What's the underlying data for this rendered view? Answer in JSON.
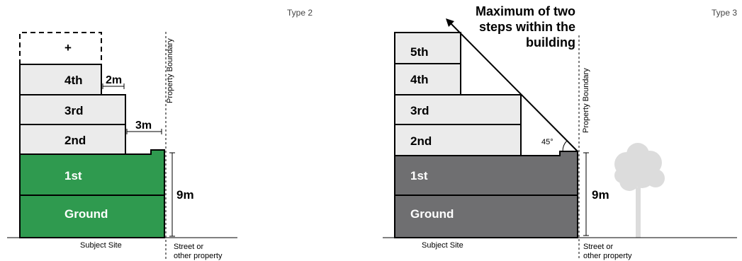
{
  "left": {
    "type_label": "Type 2",
    "floors": {
      "plus": "+",
      "fourth": "4th",
      "third": "3rd",
      "second": "2nd",
      "first": "1st",
      "ground": "Ground"
    },
    "dims": {
      "d2": "2m",
      "d3": "3m",
      "d9": "9m"
    },
    "boundary": "Property Boundary",
    "site": "Subject Site",
    "street": [
      "Street or",
      "other property"
    ],
    "colors": {
      "podium": "#2f9a4f",
      "upper": "#ebebeb"
    }
  },
  "right": {
    "type_label": "Type 3",
    "title": [
      "Maximum of two",
      "steps within the",
      "building"
    ],
    "floors": {
      "fifth": "5th",
      "fourth": "4th",
      "third": "3rd",
      "second": "2nd",
      "first": "1st",
      "ground": "Ground"
    },
    "angle": "45°",
    "dims": {
      "d9": "9m"
    },
    "boundary": "Property Boundary",
    "site": "Subject Site",
    "street": [
      "Street or",
      "other property"
    ],
    "tree_icon": "tree-icon",
    "colors": {
      "podium": "#6f6f71",
      "upper": "#ebebeb",
      "tree": "#dcdcdc"
    }
  }
}
